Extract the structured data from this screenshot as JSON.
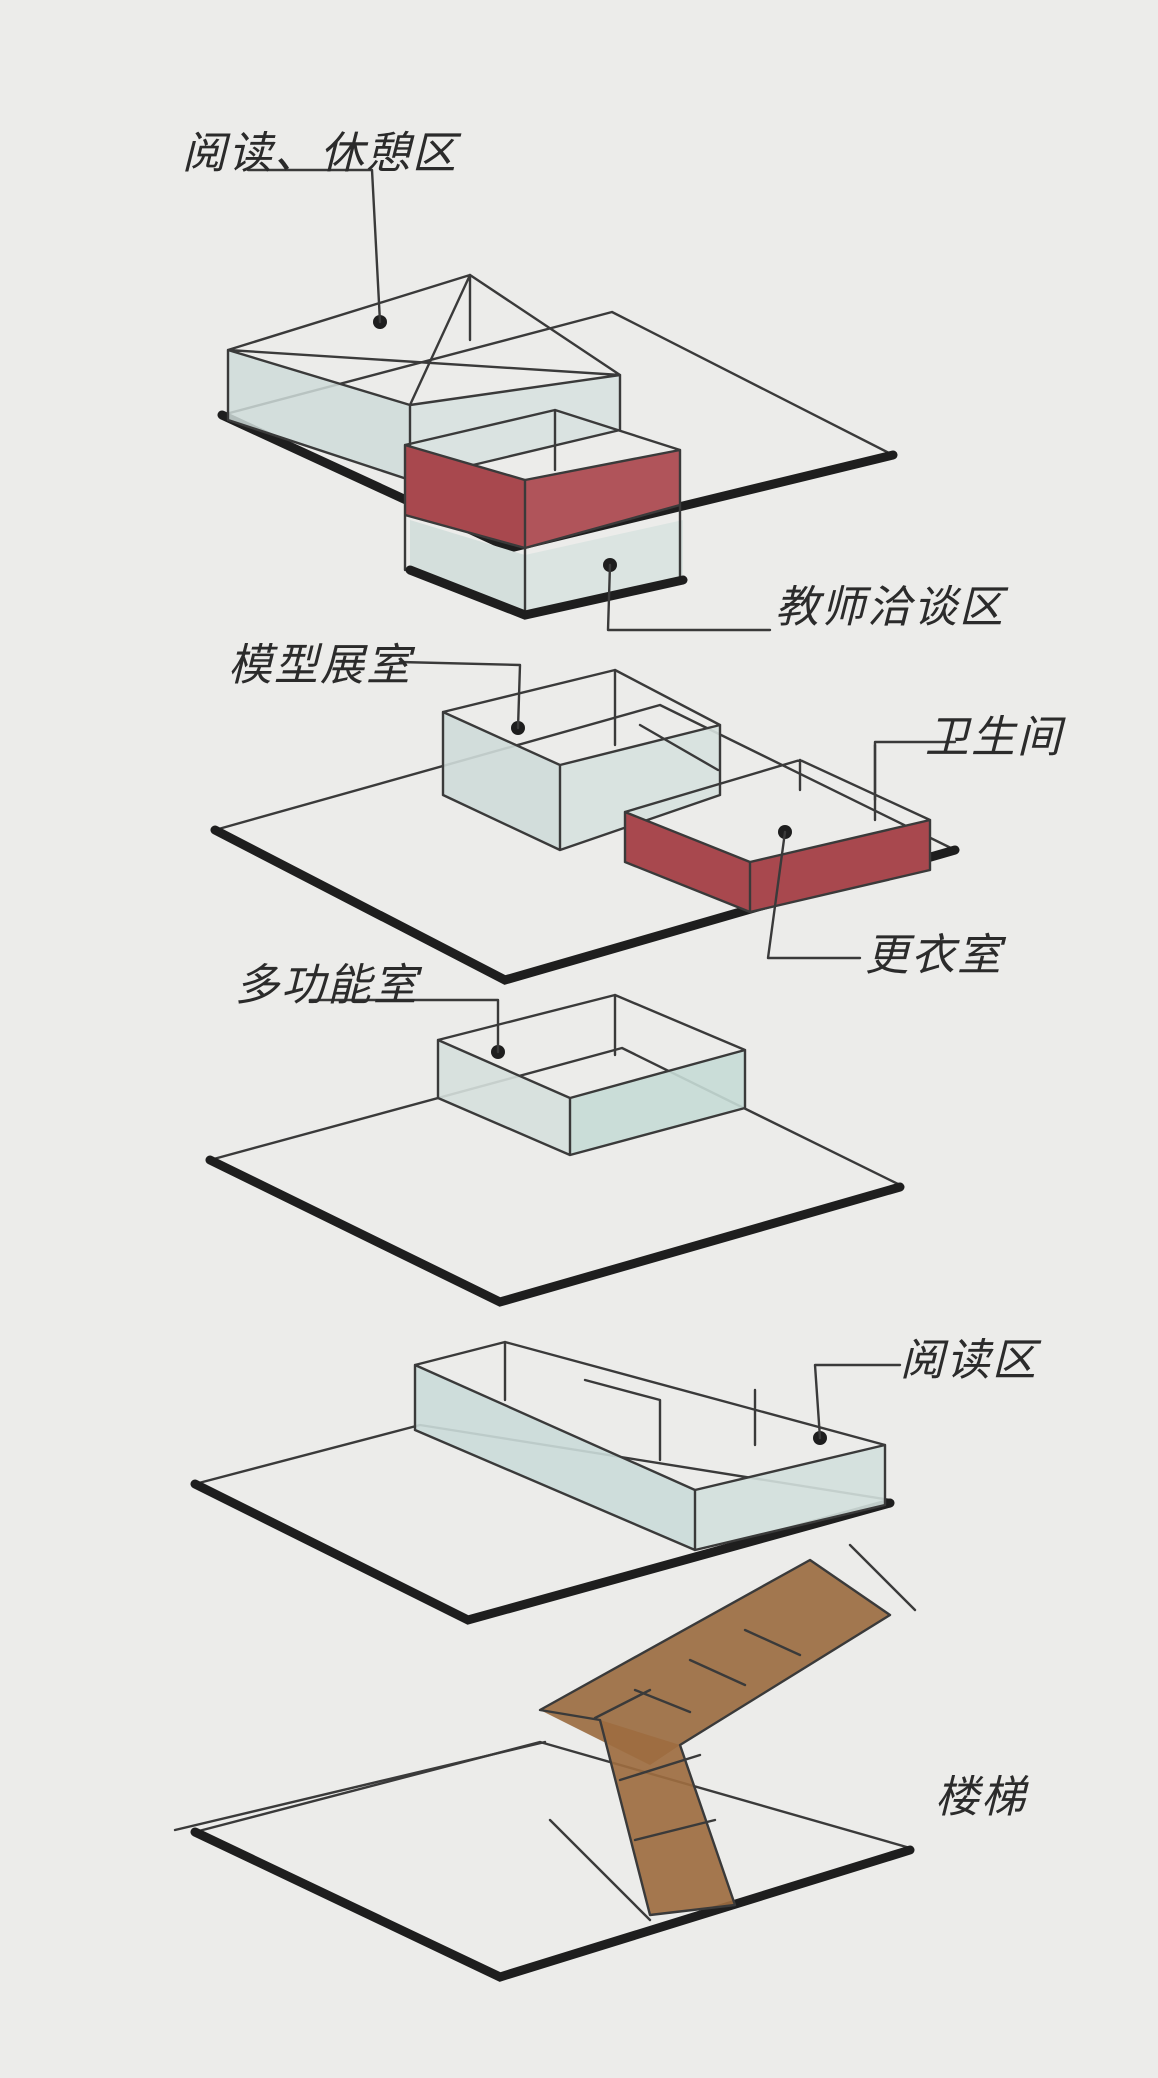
{
  "labels": {
    "reading_leisure": "阅读、休憩区",
    "staff_discussion": "教师洽谈区",
    "model_room": "模型展室",
    "restroom": "卫生间",
    "changing_room": "更衣室",
    "multifunction": "多功能室",
    "reading_area": "阅读区",
    "stairs": "楼梯"
  },
  "colors": {
    "paper": "#ececea",
    "glass": "#cfdcd9",
    "red_volume": "#a8484e",
    "stair_wood": "#9a6a3e",
    "ink": "#1e1e1e"
  }
}
